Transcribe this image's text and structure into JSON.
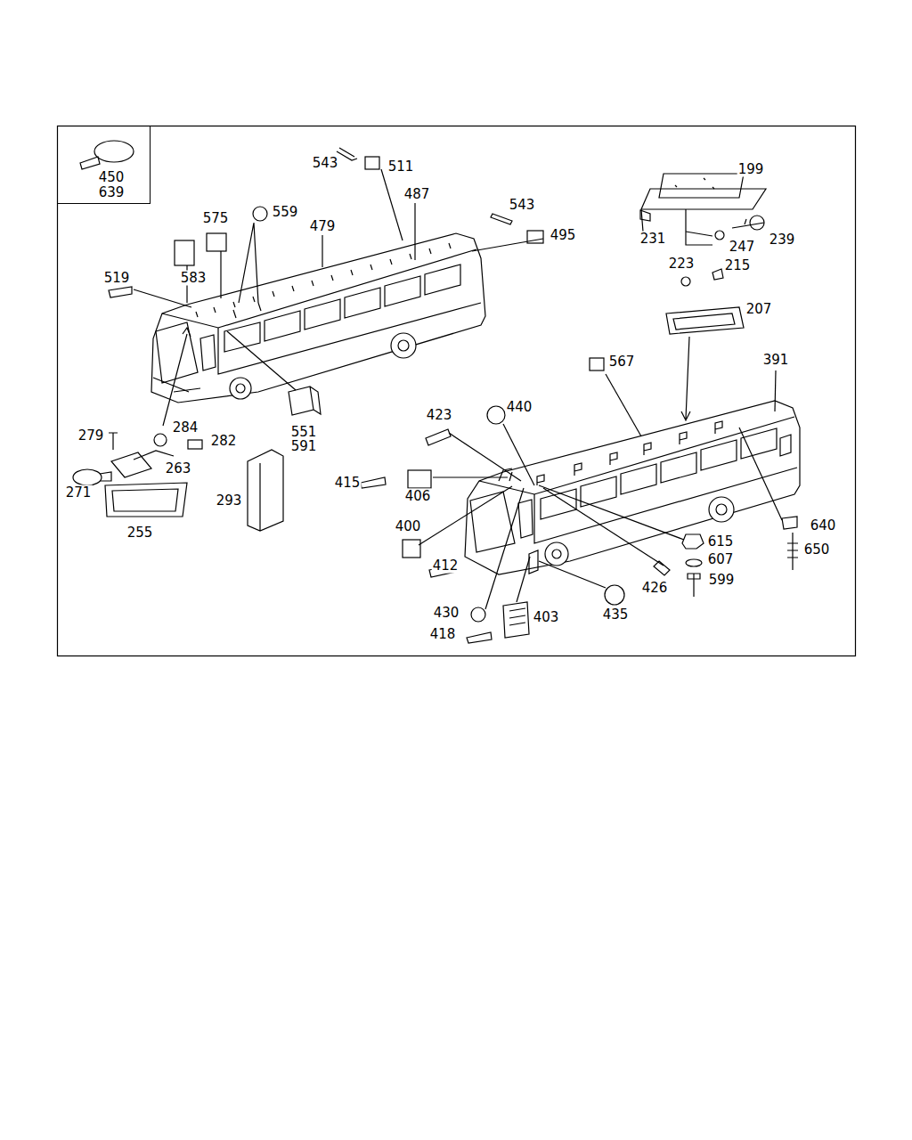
{
  "diagram": {
    "nodes": [
      {
        "text": [
          "450",
          "639"
        ]
      }
    ],
    "labels": [
      "543",
      "511",
      "199",
      "575",
      "559",
      "479",
      "487",
      "543",
      "495",
      "583",
      "231",
      "247",
      "239",
      "519",
      "223",
      "215",
      "207",
      "391",
      "567",
      "423",
      "440",
      "551",
      "591",
      "279",
      "284",
      "282",
      "263",
      "415",
      "406",
      "271",
      "293",
      "640",
      "615",
      "400",
      "650",
      "607",
      "255",
      "412",
      "426",
      "599",
      "430",
      "403",
      "435",
      "418"
    ]
  }
}
